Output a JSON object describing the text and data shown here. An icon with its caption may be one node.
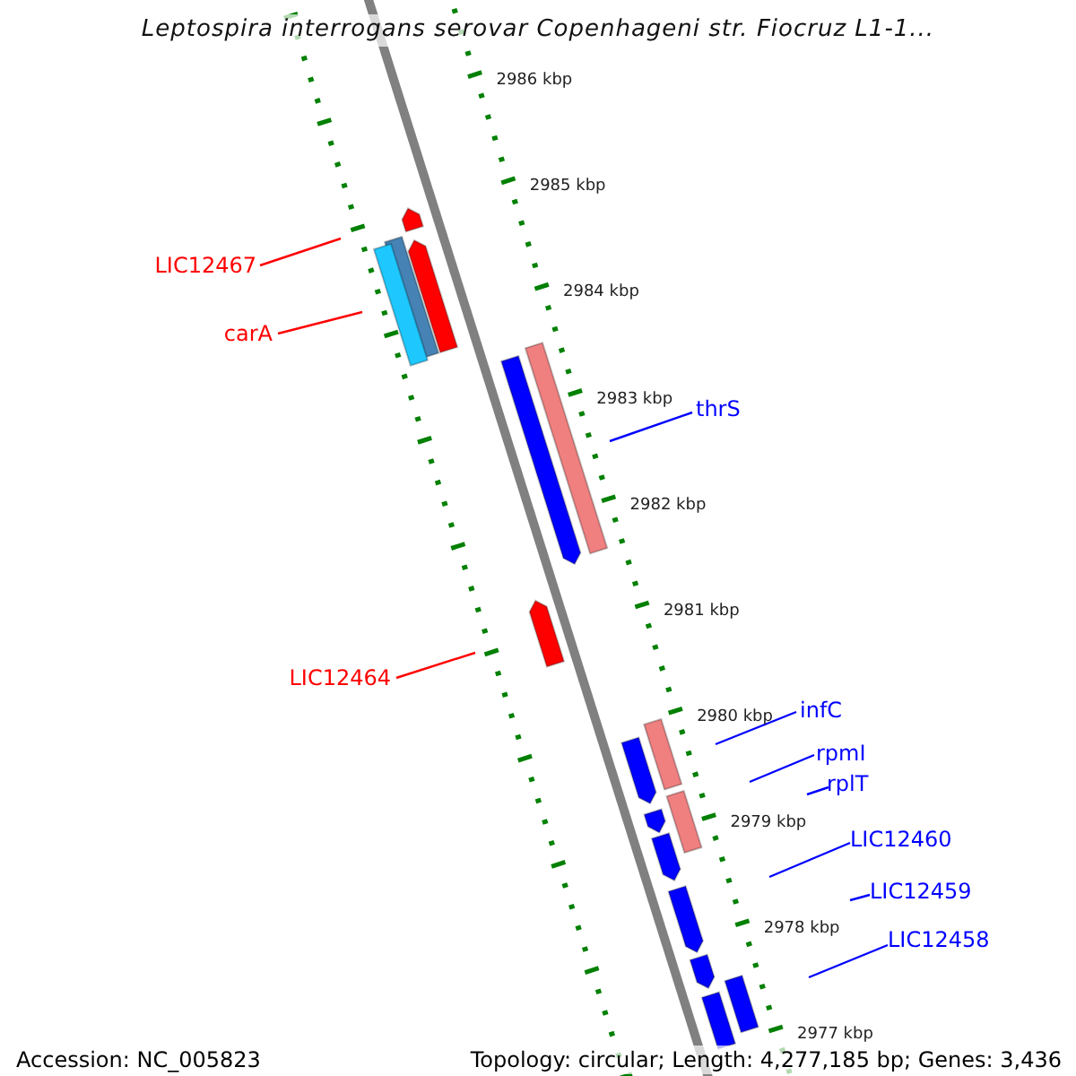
{
  "diagram": {
    "title": "Leptospira interrogans serovar Copenhageni str. Fiocruz L1-1...",
    "nodes": [
      {
        "text": [
          "LIC12467"
        ]
      },
      {
        "text": [
          "carA"
        ]
      },
      {
        "text": [
          "thrS"
        ]
      },
      {
        "text": [
          "LIC12464"
        ]
      },
      {
        "text": [
          "infC"
        ]
      },
      {
        "text": [
          "rpmI"
        ]
      },
      {
        "text": [
          "rplT"
        ]
      },
      {
        "text": [
          "LIC12460"
        ]
      },
      {
        "text": [
          "LIC12459"
        ]
      },
      {
        "text": [
          "LIC12458"
        ]
      }
    ],
    "edges": [
      {
        "from": 0,
        "to": null,
        "arrow": "none",
        "color": "#ff0000"
      },
      {
        "from": 1,
        "to": null,
        "arrow": "none",
        "color": "#ff0000"
      },
      {
        "from": 2,
        "to": null,
        "arrow": "none"
      },
      {
        "from": 3,
        "to": null,
        "arrow": "none",
        "color": "#ff0000"
      },
      {
        "from": 4,
        "to": null,
        "arrow": "none"
      },
      {
        "from": 5,
        "to": null,
        "arrow": "none"
      },
      {
        "from": 6,
        "to": null,
        "arrow": "none"
      },
      {
        "from": 7,
        "to": null,
        "arrow": "none"
      },
      {
        "from": 8,
        "to": null,
        "arrow": "none"
      },
      {
        "from": 9,
        "to": null,
        "arrow": "none"
      }
    ],
    "labels": [
      "2986 kbp",
      "2985 kbp",
      "2984 kbp",
      "2983 kbp",
      "2982 kbp",
      "2981 kbp",
      "2980 kbp",
      "2979 kbp",
      "2978 kbp",
      "2977 kbp",
      "Accession: NC_005823",
      "Topology: circular; Length: 4,277,185 bp; Genes: 3,436"
    ]
  }
}
